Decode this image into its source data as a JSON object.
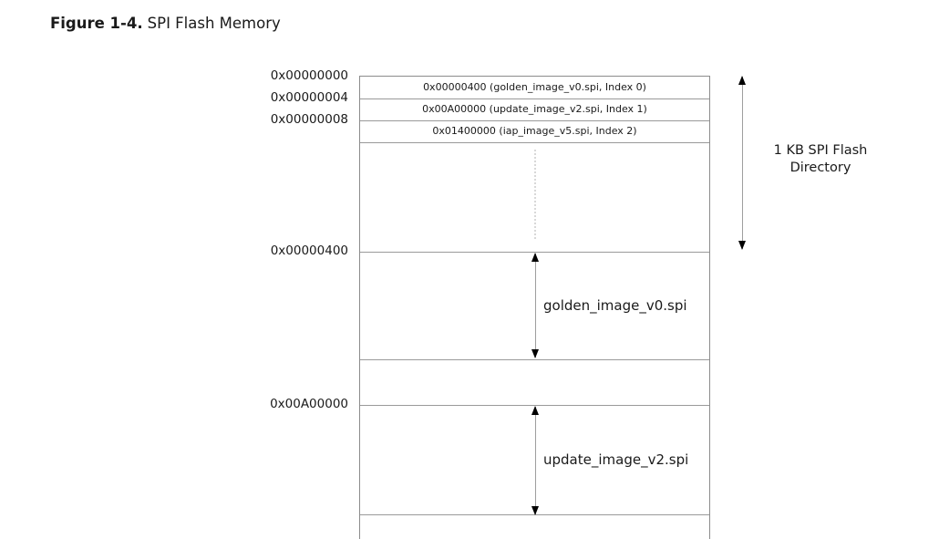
{
  "figure": {
    "label": "Figure 1-4.",
    "title": "SPI Flash Memory"
  },
  "diagram": {
    "address_labels": [
      "0x00000000",
      "0x00000004",
      "0x00000008",
      "0x00000400",
      "0x00A00000"
    ],
    "directory_entries": [
      "0x00000400 (golden_image_v0.spi, Index 0)",
      "0x00A00000 (update_image_v2.spi, Index 1)",
      "0x01400000 (iap_image_v5.spi, Index 2)"
    ],
    "regions": [
      "golden_image_v0.spi",
      "update_image_v2.spi"
    ],
    "annotation": "1 KB SPI Flash Directory"
  },
  "colors": {
    "line": "#9a9a9a",
    "box_border": "#8c8c8c",
    "arrow_stem": "#9e9e9e",
    "arrow_head": "#000000",
    "dotted_line": "#d8d8d8",
    "text": "#1a1a1a",
    "background": "#ffffff"
  }
}
